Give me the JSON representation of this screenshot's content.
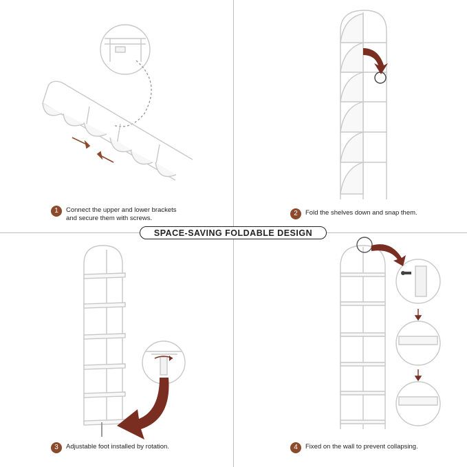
{
  "banner": "SPACE-SAVING FOLDABLE DESIGN",
  "steps": [
    {
      "number": "1",
      "text": "Connect the upper and lower brackets\nand secure them with screws."
    },
    {
      "number": "2",
      "text": "Fold the shelves down and snap them."
    },
    {
      "number": "3",
      "text": "Adjustable foot installed by rotation."
    },
    {
      "number": "4",
      "text": "Fixed on the wall to prevent collapsing."
    }
  ],
  "colors": {
    "accent": "#8b4a2c",
    "arrow": "#7a2e22",
    "line": "#bdbdbd",
    "text": "#222222"
  },
  "icons": [
    "shelf-illustration",
    "zoom-circle",
    "curved-arrow",
    "rotation-arrow",
    "down-arrow",
    "screw-icon"
  ]
}
